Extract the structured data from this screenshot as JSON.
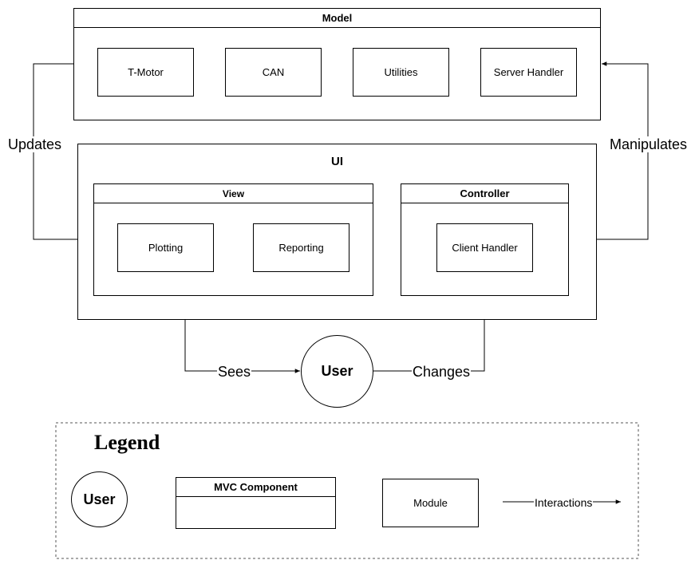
{
  "model": {
    "title": "Model",
    "modules": [
      "T-Motor",
      "CAN",
      "Utilities",
      "Server Handler"
    ]
  },
  "ui": {
    "title": "UI",
    "view": {
      "title": "View",
      "modules": [
        "Plotting",
        "Reporting"
      ]
    },
    "controller": {
      "title": "Controller",
      "modules": [
        "Client Handler"
      ]
    }
  },
  "user": {
    "label": "User"
  },
  "edges": {
    "updates": "Updates",
    "manipulates": "Manipulates",
    "sees": "Sees",
    "changes": "Changes"
  },
  "legend": {
    "title": "Legend",
    "user_label": "User",
    "mvc_component_label": "MVC Component",
    "module_label": "Module",
    "interactions_label": "Interactions"
  }
}
